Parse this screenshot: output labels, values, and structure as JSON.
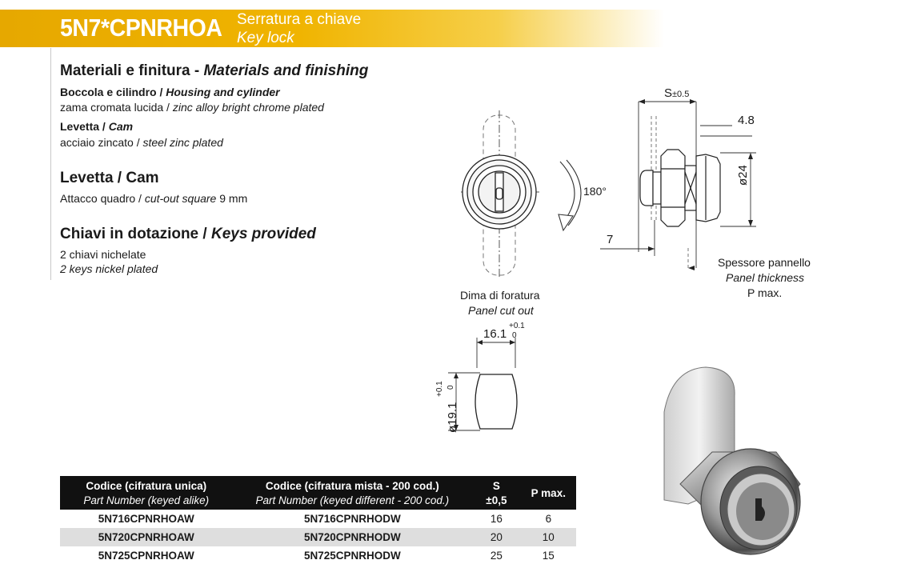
{
  "header": {
    "code": "5N7*CPNRHOA",
    "title_it": "Serratura a chiave",
    "title_en": "Key lock"
  },
  "materials": {
    "heading_it": "Materiali e finitura - ",
    "heading_en": "Materials and finishing",
    "housing_it": "Boccola e cilindro / ",
    "housing_en": "Housing and cylinder",
    "housing_desc_it": "zama cromata lucida / ",
    "housing_desc_en": "zinc alloy bright chrome plated",
    "cam_it": "Levetta / ",
    "cam_en": "Cam",
    "cam_desc_it": "acciaio zincato / ",
    "cam_desc_en": "steel zinc plated"
  },
  "cam_section": {
    "heading": "Levetta / Cam",
    "desc_it": "Attacco quadro / ",
    "desc_en": "cut-out square",
    "desc_value": " 9 mm"
  },
  "keys": {
    "heading_it": "Chiavi in dotazione / ",
    "heading_en": "Keys provided",
    "line_it": "2 chiavi nichelate",
    "line_en": "2 keys nickel plated"
  },
  "drawing": {
    "rotation": "180°",
    "dim_s": "S",
    "dim_s_tol": "±0.5",
    "dim_48": "4.8",
    "dim_24": "ø24",
    "dim_7": "7",
    "panel_it": "Spessore pannello",
    "panel_en": "Panel thickness",
    "panel_max": "P max.",
    "cutout_it": "Dima di foratura",
    "cutout_en": "Panel cut out",
    "dim_161": "16.1",
    "dim_161_tol_up": "+0.1",
    "dim_161_tol_low": "0",
    "dim_191": "ø19.1",
    "dim_191_tol_up": "+0.1",
    "dim_191_tol_low": "0"
  },
  "table": {
    "headers": [
      {
        "it": "Codice (cifratura unica)",
        "en": "Part Number (keyed alike)"
      },
      {
        "it": "Codice (cifratura mista - 200 cod.)",
        "en": "Part Number (keyed different - 200 cod.)"
      },
      {
        "it": "S",
        "en": "±0,5"
      },
      {
        "it": "P max.",
        "en": ""
      }
    ],
    "rows": [
      {
        "alike": "5N716CPNRHOAW",
        "different": "5N716CPNRHODW",
        "s": "16",
        "p": "6"
      },
      {
        "alike": "5N720CPNRHOAW",
        "different": "5N720CPNRHODW",
        "s": "20",
        "p": "10"
      },
      {
        "alike": "5N725CPNRHOAW",
        "different": "5N725CPNRHODW",
        "s": "25",
        "p": "15"
      }
    ]
  },
  "colors": {
    "header_gold": "#f0b400",
    "table_header": "#111111",
    "row_alt": "#dedede"
  }
}
